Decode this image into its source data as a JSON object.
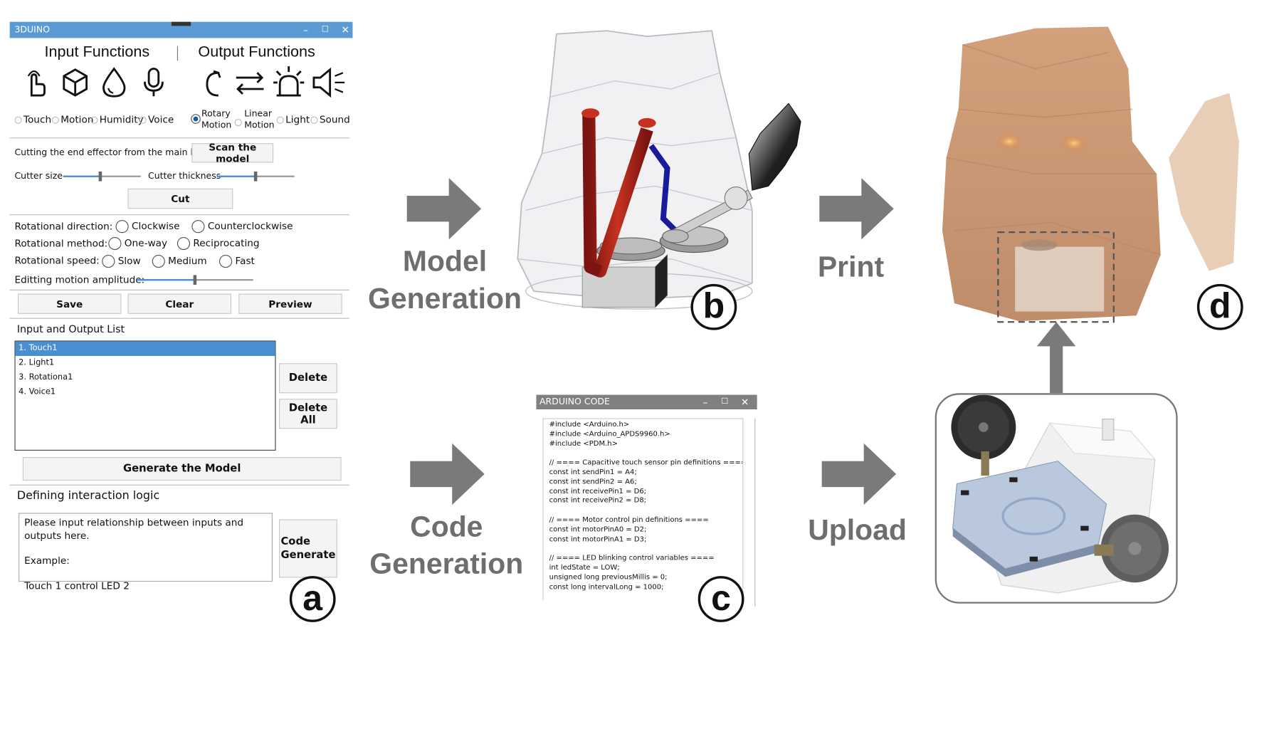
{
  "window": {
    "title": "3DUINO",
    "input_header": "Input Functions",
    "output_header": "Output Functions",
    "input_options": [
      "Touch",
      "Motion",
      "Humidity",
      "Voice"
    ],
    "output_options": [
      "Rotary Motion",
      "Linear Motion",
      "Light",
      "Sound"
    ],
    "selected_output": "Rotary Motion",
    "cutting_label": "Cutting the end effector from the main body",
    "scan_button": "Scan the model",
    "cutter_size_label": "Cutter size",
    "cutter_size_level": 0.48,
    "cutter_thickness_label": "Cutter thickness",
    "cutter_thickness_level": 0.5,
    "cut_button": "Cut",
    "rot_direction_label": "Rotational direction:",
    "rot_direction_options": [
      "Clockwise",
      "Counterclockwise"
    ],
    "rot_method_label": "Rotational method:",
    "rot_method_options": [
      "One-way",
      "Reciprocating"
    ],
    "rot_speed_label": "Rotational speed:",
    "rot_speed_options": [
      "Slow",
      "Medium",
      "Fast"
    ],
    "amplitude_label": "Editting motion amplitude:",
    "amplitude_level": 0.5,
    "save_button": "Save",
    "clear_button": "Clear",
    "preview_button": "Preview",
    "io_list_header": "Input and Output List",
    "io_list": [
      "1. Touch1",
      "2. Light1",
      "3. Rotationa1",
      "4. Voice1"
    ],
    "delete_button": "Delete",
    "delete_all_button": "Delete All",
    "generate_model_button": "Generate the Model",
    "logic_header": "Defining interaction logic",
    "logic_lines": [
      "Please input relationship between inputs and outputs here.",
      "",
      "Example:",
      "",
      "Touch 1 control LED 2"
    ],
    "code_generate_button": "Code Generate"
  },
  "labels": {
    "a": "a",
    "b": "b",
    "c": "c",
    "d": "d"
  },
  "steps": {
    "model_generation": [
      "Model",
      "Generation"
    ],
    "print": "Print",
    "code_generation": [
      "Code",
      "Generation"
    ],
    "upload": "Upload"
  },
  "code_window": {
    "title": "ARDUINO CODE",
    "lines": [
      "#include <Arduino.h>",
      "#include <Arduino_APDS9960.h>",
      "#include <PDM.h>",
      "",
      "// ==== Capacitive touch sensor pin definitions ====",
      "const int sendPin1 = A4;",
      "const int sendPin2 = A6;",
      "const int receivePin1 = D6;",
      "const int receivePin2 = D8;",
      "",
      "// ==== Motor control pin definitions ====",
      "const int motorPinA0 = D2;",
      "const int motorPinA1 = D3;",
      "",
      "// ==== LED blinking control variables ====",
      "int ledState = LOW;",
      "unsigned long previousMillis = 0;",
      "const long intervalLong = 1000;"
    ]
  },
  "colors": {
    "title_bar": "#5b9bd5",
    "selection": "#4a90d0",
    "arrow": "#7a7a7a",
    "code_title_bar": "#808080",
    "mechanism_red": "#b3241a",
    "mechanism_blue": "#1a1a9c",
    "figure_skin": "#d9a47e"
  }
}
